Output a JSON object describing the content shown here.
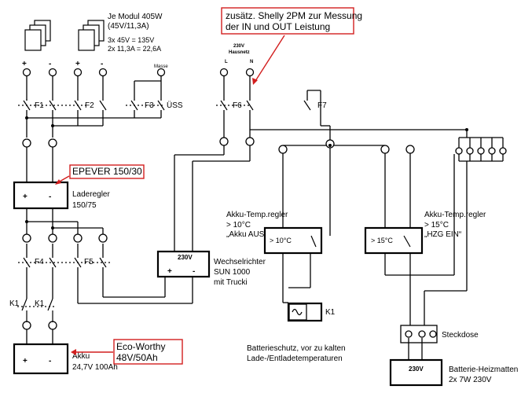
{
  "module": {
    "title": "Je Modul 405W",
    "subtitle": "(45V/11,3A)",
    "calc_v": "3x 45V    = 135V",
    "calc_a": "2x 11,3A = 22,6A"
  },
  "polarity": {
    "plus": "+",
    "minus": "-"
  },
  "masse": "Masse",
  "grid": {
    "line1": "230V",
    "line2": "Hausnetz",
    "L": "L",
    "N": "N"
  },
  "fuses": {
    "f1": "F1",
    "f2": "F2",
    "f3": "F3",
    "uss": "ÜSS",
    "f6": "F6",
    "f7": "F7",
    "f4": "F4",
    "f5": "F5"
  },
  "relay_k1": "K1",
  "note_shelly": {
    "line1": "zusätz. Shelly 2PM zur Messung",
    "line2": "der IN und OUT Leistung",
    "color": "#d21e1e"
  },
  "note_epever": {
    "text": "EPEVER 150/30"
  },
  "charge_controller": {
    "label1": "Laderegler",
    "label2": "150/75",
    "plus": "+",
    "minus": "-"
  },
  "inverter": {
    "voltage": "230V",
    "label1": "Wechselrichter",
    "label2": "SUN 1000",
    "label3": "mit Trucki",
    "plus": "+",
    "minus": "-"
  },
  "battery": {
    "label1": "Akku",
    "label2": "24,7V 100Ah",
    "plus": "+",
    "minus": "-"
  },
  "note_ecoworthy": {
    "line1": "Eco-Worthy",
    "line2": "48V/50Ah"
  },
  "temp_reg_1": {
    "line1": "Akku-Temp.regler",
    "line2": "> 10°C",
    "line3": "„Akku AUS“",
    "display": "> 10°C"
  },
  "temp_reg_2": {
    "line1": "Akku-Temp.regler",
    "line2": "> 15°C",
    "line3": "„HZG EIN“",
    "display": "> 15°C"
  },
  "k1_coil": {
    "label": "K1"
  },
  "protection_note": {
    "line1": "Batterieschutz, vor zu kalten",
    "line2": "Lade-/Entladetemperaturen"
  },
  "socket": {
    "label": "Steckdose"
  },
  "heater": {
    "voltage": "230V",
    "label1": "Batterie-Heizmatten",
    "label2": "2x 7W 230V"
  }
}
